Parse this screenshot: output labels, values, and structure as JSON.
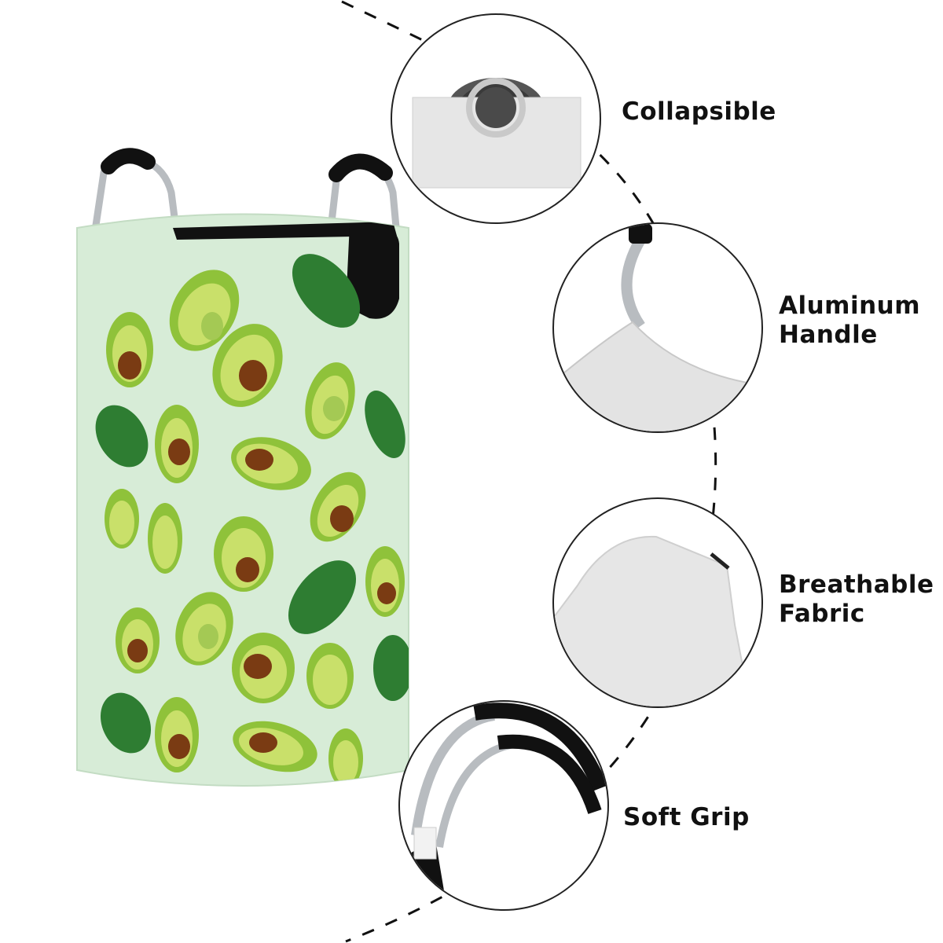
{
  "features": [
    {
      "id": "collapsible",
      "label": "Collapsible"
    },
    {
      "id": "aluminum-handle",
      "label": "Aluminum\nHandle"
    },
    {
      "id": "breathable-fabric",
      "label": "Breathable\nFabric"
    },
    {
      "id": "soft-grip",
      "label": "Soft Grip"
    }
  ],
  "colors": {
    "hamper_fabric": "#d7ecd7",
    "avocado_skin_dark": "#2e7d32",
    "avocado_flesh": "#c9e06a",
    "avocado_pit": "#7a3b13",
    "handle_metal": "#b8bcc0",
    "handle_grip": "#111111",
    "fabric_gray": "#e3e3e3",
    "outline": "#222222"
  }
}
